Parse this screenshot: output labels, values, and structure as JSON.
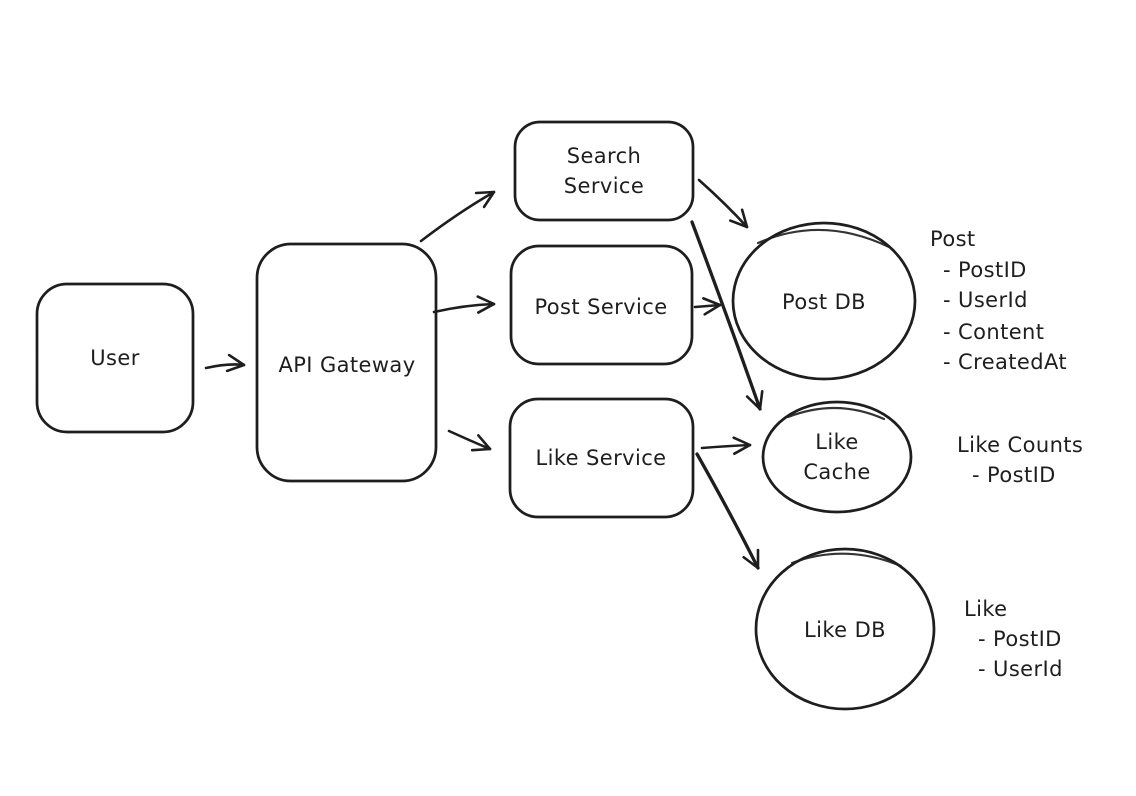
{
  "diagram": {
    "kind": "hand-drawn-architecture-sketch",
    "colors": {
      "stroke": "#1e1e1e",
      "background": "#ffffff"
    },
    "nodes": {
      "user": {
        "label": "User",
        "shape": "rounded-rectangle"
      },
      "api_gateway": {
        "label": "API Gateway",
        "shape": "rounded-rectangle"
      },
      "search_service": {
        "lines": [
          "Search",
          "Service"
        ],
        "shape": "rounded-rectangle"
      },
      "post_service": {
        "label": "Post Service",
        "shape": "rounded-rectangle"
      },
      "like_service": {
        "label": "Like Service",
        "shape": "rounded-rectangle"
      },
      "post_db": {
        "label": "Post DB",
        "shape": "ellipse"
      },
      "like_cache": {
        "lines": [
          "Like",
          "Cache"
        ],
        "shape": "ellipse"
      },
      "like_db": {
        "label": "Like DB",
        "shape": "ellipse"
      }
    },
    "edges": [
      {
        "from": "User",
        "to": "API Gateway"
      },
      {
        "from": "API Gateway",
        "to": "Search Service"
      },
      {
        "from": "API Gateway",
        "to": "Post Service"
      },
      {
        "from": "API Gateway",
        "to": "Like Service"
      },
      {
        "from": "Search Service",
        "to": "Post DB"
      },
      {
        "from": "Search Service",
        "to": "Like Cache"
      },
      {
        "from": "Post Service",
        "to": "Post DB"
      },
      {
        "from": "Like Service",
        "to": "Like Cache"
      },
      {
        "from": "Like Service",
        "to": "Like DB"
      }
    ],
    "annotations": {
      "post_schema": {
        "lines": [
          "Post",
          "- PostID",
          "- UserId",
          "- Content",
          "- CreatedAt"
        ]
      },
      "like_counts_schema": {
        "lines": [
          "Like Counts",
          "- PostID"
        ]
      },
      "like_schema": {
        "lines": [
          "Like",
          "- PostID",
          "- UserId"
        ]
      }
    }
  }
}
